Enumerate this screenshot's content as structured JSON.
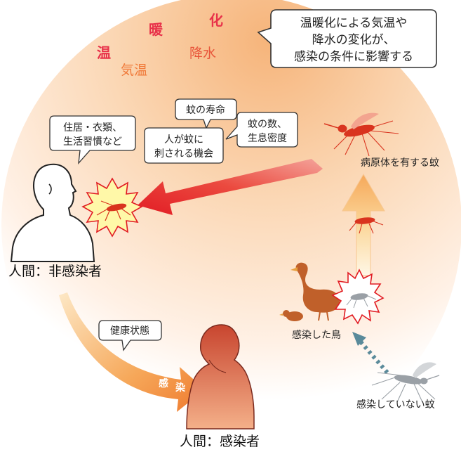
{
  "banner": {
    "char_on": "温",
    "char_dan": "暖",
    "char_ka": "化",
    "kion": "気温",
    "kousui": "降水"
  },
  "callout_main": {
    "line1": "温暖化による気温や",
    "line2": "降水の変化が、",
    "line3": "感染の条件に影響する"
  },
  "bubbles": {
    "lifestyle": {
      "line1": "住居・衣類、",
      "line2": "生活習慣など"
    },
    "lifespan": {
      "line1": "蚊の寿命"
    },
    "bite": {
      "line1": "人が蚊に",
      "line2": "刺される機会"
    },
    "density": {
      "line1": "蚊の数、",
      "line2": "生息密度"
    },
    "health": {
      "line1": "健康状態"
    }
  },
  "labels": {
    "human_uninfected": "人間：非感染者",
    "human_infected": "人間：感染者",
    "infected_mosquito": "病原体を有する蚊",
    "infected_bird": "感染した鳥",
    "uninfected_mosquito": "感染していない蚊",
    "infection_char1": "感",
    "infection_char2": "染"
  },
  "colors": {
    "warming_text": "#e8324a",
    "kion_text": "#f07a3a",
    "kousui_text": "#e8553a",
    "main_arrow": "#e8232e",
    "infected_figure": "#d85a3a",
    "mosquito": "#d9341f",
    "bird": "#c0602a",
    "uninfected": "#9aa0a6",
    "dotted_arrow": "#5a8a9a"
  }
}
